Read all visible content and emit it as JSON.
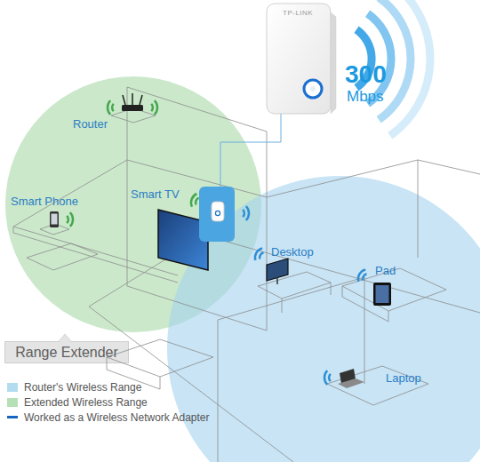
{
  "diagram": {
    "nodes": [
      {
        "text": [
          "Router",
          "Smart Phone",
          "Smart TV"
        ]
      },
      {
        "text": [
          "Desktop",
          "Pad",
          "Laptop"
        ]
      },
      {
        "text": [
          "Range Extender"
        ]
      }
    ],
    "labels": [
      "TP-LINK",
      "300",
      "Mbps"
    ],
    "legend": [
      {
        "text": "Router's Wireless Range",
        "color": "#b3dcf0"
      },
      {
        "text": "Extended Wireless Range",
        "color": "#b5dfb5"
      },
      {
        "text": "Worked as a Wireless Network Adapter"
      }
    ]
  }
}
